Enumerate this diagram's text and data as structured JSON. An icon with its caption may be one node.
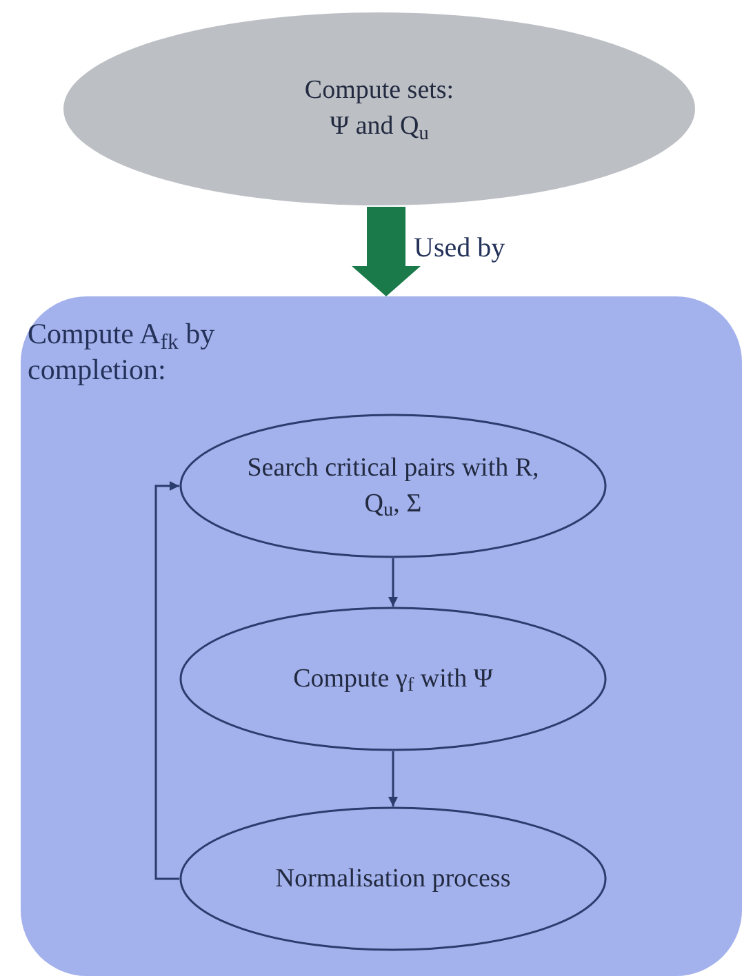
{
  "diagram": {
    "nodes": [
      {
        "text": [
          "Compute sets: Ψ and Q$_{u}$"
        ]
      },
      {
        "text": [
          "Compute A$_{fk}$ by completion:"
        ]
      },
      {
        "text": [
          "Search critical pairs with R, Q$_{u}$, Σ"
        ],
        "in": 1
      },
      {
        "text": [
          "Compute γ$_{f}$ with Ψ"
        ],
        "in": 1
      },
      {
        "text": [
          "Normalisation process"
        ],
        "in": 1
      }
    ],
    "edges": [
      {
        "from": 0,
        "to": 1,
        "arrow": "to",
        "label": "Used by",
        "style": "thick",
        "color": "#1a7a4a"
      },
      {
        "from": 2,
        "to": 3,
        "arrow": "to"
      },
      {
        "from": 3,
        "to": 4,
        "arrow": "to"
      },
      {
        "from": 4,
        "to": 2,
        "arrow": "to"
      }
    ]
  }
}
